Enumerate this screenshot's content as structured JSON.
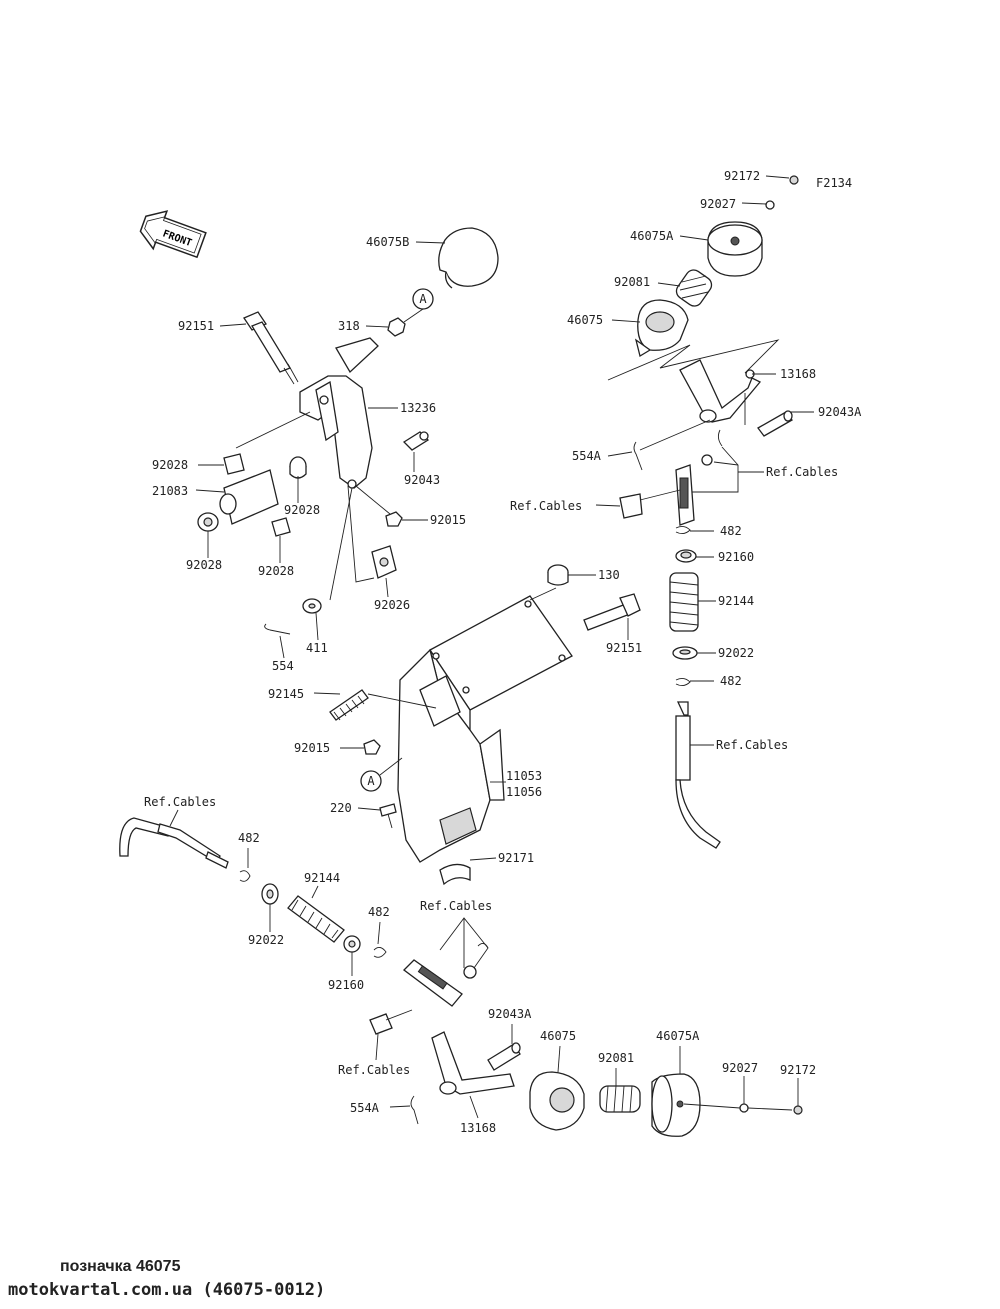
{
  "diagram": {
    "code": "F2134",
    "front_label": "FRONT",
    "callout_a": "A",
    "labels": {
      "p92172_top": "92172",
      "p92027_top": "92027",
      "p46075A_top": "46075A",
      "p92081_top": "92081",
      "p46075_top": "46075",
      "p13168_top": "13168",
      "p92043A_top": "92043A",
      "p554A_top": "554A",
      "refcables_1": "Ref.Cables",
      "refcables_2": "Ref.Cables",
      "p482_1": "482",
      "p92160_r": "92160",
      "p92144_r": "92144",
      "p92022_r": "92022",
      "p482_2": "482",
      "refcables_3": "Ref.Cables",
      "p46075B": "46075B",
      "p318": "318",
      "p92151_l": "92151",
      "p13236": "13236",
      "p92028_a": "92028",
      "p21083": "21083",
      "p92028_b": "92028",
      "p92028_c": "92028",
      "p92028_d": "92028",
      "p92043": "92043",
      "p92015_a": "92015",
      "p92026": "92026",
      "p411": "411",
      "p554": "554",
      "p130": "130",
      "p92151_r": "92151",
      "p92145": "92145",
      "p92015_b": "92015",
      "p11053": "11053",
      "p11056": "11056",
      "p220": "220",
      "p92171": "92171",
      "refcables_4": "Ref.Cables",
      "p482_3": "482",
      "p92144_l": "92144",
      "p92022_l": "92022",
      "p482_4": "482",
      "refcables_5": "Ref.Cables",
      "p92160_l": "92160",
      "p92043A_b": "92043A",
      "refcables_6": "Ref.Cables",
      "p46075_b": "46075",
      "p92081_b": "92081",
      "p46075A_b": "46075A",
      "p92027_b": "92027",
      "p92172_b": "92172",
      "p554A_b": "554A",
      "p13168_b": "13168"
    }
  },
  "footer": {
    "title": "позначка 46075",
    "site": "motokvartal.com.ua (46075-0012)"
  }
}
